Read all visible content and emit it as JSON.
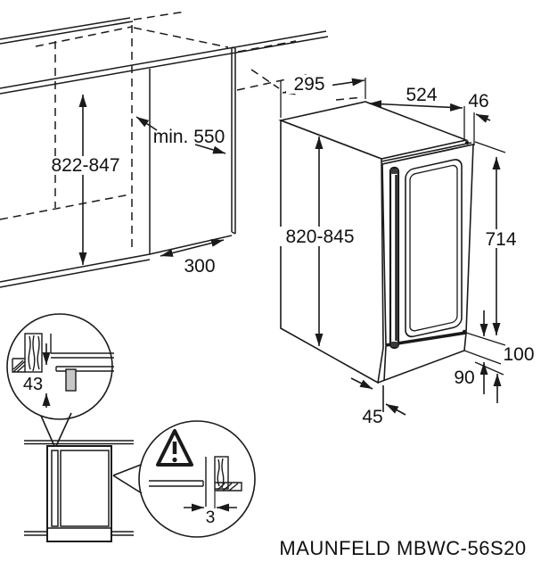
{
  "drawing": {
    "model": "MAUNFELD MBWC-56S20",
    "line_color": "#1a1a1a",
    "niche": {
      "height": "822-847",
      "depth_min": "min. 550",
      "clearance": "300"
    },
    "appliance": {
      "width": "295",
      "depth": "524",
      "door_thickness": "46",
      "height": "820-845",
      "door_height": "714",
      "plinth_height_max": "100",
      "plinth_height_min": "90",
      "base_recess": "45"
    },
    "details": {
      "fixing_height": "43",
      "side_gap": "3"
    }
  }
}
